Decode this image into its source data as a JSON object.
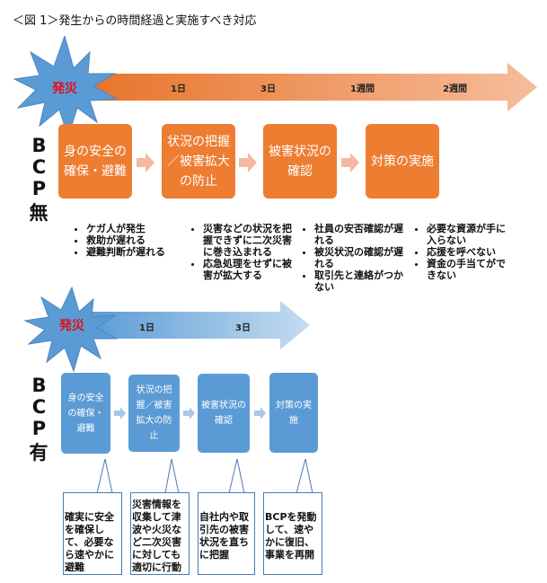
{
  "title": "＜図 1＞発生からの時間経過と実施すべき対応",
  "colors": {
    "orange": "#ed7d31",
    "blue": "#5b9bd5",
    "disaster_red": "#e0101a"
  },
  "without_bcp": {
    "label_top": "BCP",
    "label_bottom": "無",
    "disaster": "発災",
    "timeline": [
      "1日",
      "3日",
      "1週間",
      "2週間"
    ],
    "steps": [
      "身の安全の確保・避難",
      "状況の把握／被害拡大の防止",
      "被害状況の確認",
      "対策の実施"
    ],
    "issues": [
      [
        "ケガ人が発生",
        "救助が遅れる",
        "避難判断が遅れる"
      ],
      [
        "災害などの状況を把握できずに二次災害に巻き込まれる",
        "応急処理をせずに被害が拡大する"
      ],
      [
        "社員の安否確認が遅れる",
        "被災状況の確認が遅れる",
        "取引先と連絡がつかない"
      ],
      [
        "必要な資源が手に入らない",
        "応援を呼べない",
        "資金の手当てができない"
      ]
    ]
  },
  "with_bcp": {
    "label_top": "BCP",
    "label_bottom": "有",
    "disaster": "発災",
    "timeline": [
      "1日",
      "3日"
    ],
    "steps": [
      "身の安全の確保・避難",
      "状況の把握／被害拡大の防止",
      "被害状況の確認",
      "対策の実施"
    ],
    "actions": [
      "確実に安全を確保して、必要なら速やかに避難",
      "災害情報を収集して津波や火災など二次災害に対しても適切に行動",
      "自社内や取引先の被害状況を直ちに把握",
      "BCPを発動して、速やかに復旧、事業を再開"
    ]
  }
}
